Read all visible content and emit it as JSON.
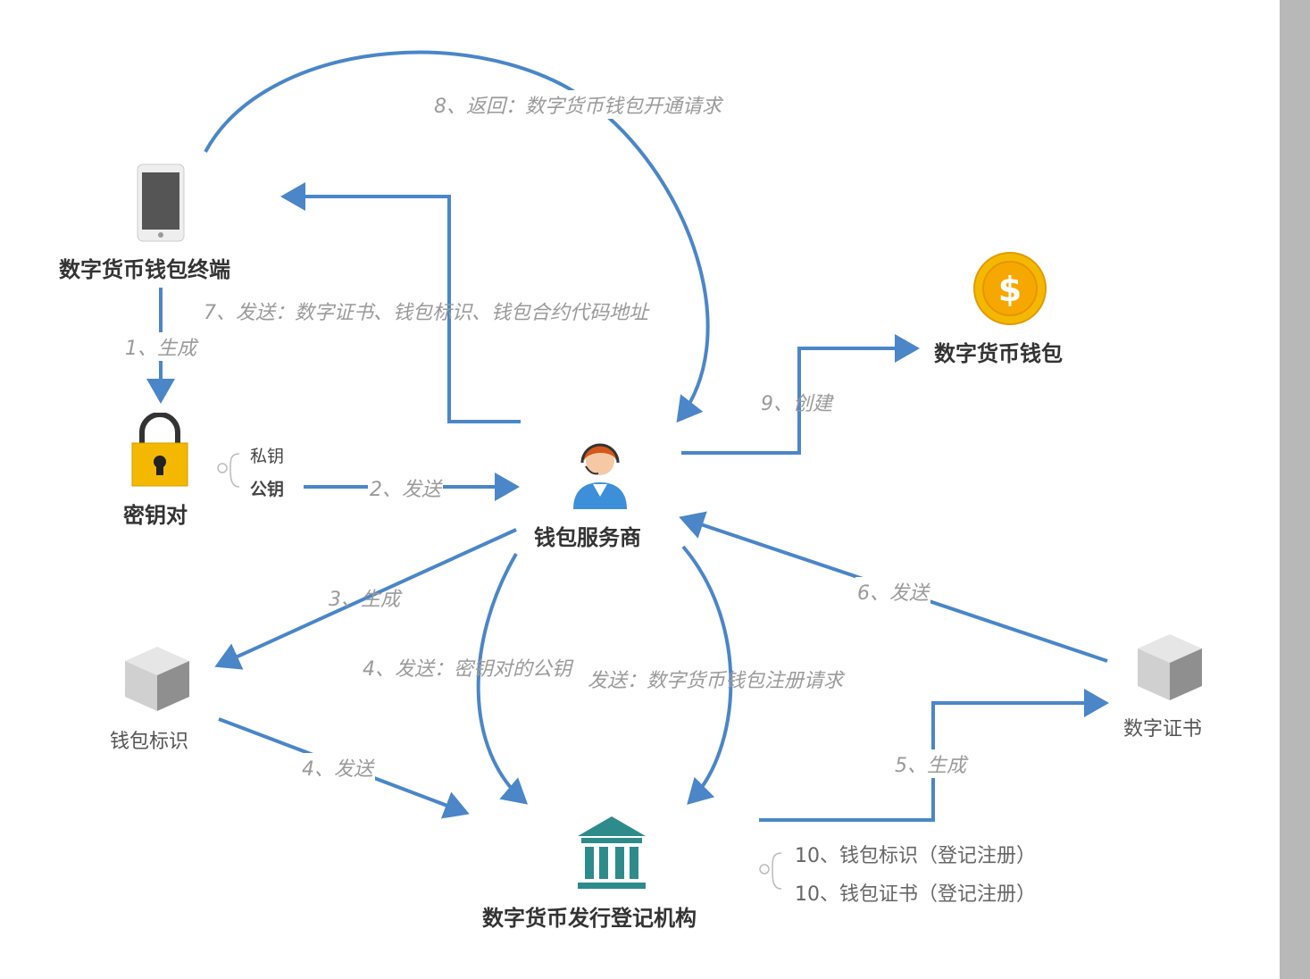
{
  "nodes": {
    "terminal": "数字货币钱包终端",
    "keypair": "密钥对",
    "private_key": "私钥",
    "public_key": "公钥",
    "provider": "钱包服务商",
    "wallet": "数字货币钱包",
    "wallet_id": "钱包标识",
    "certificate": "数字证书",
    "registry": "数字货币发行登记机构"
  },
  "edges": {
    "e1": "1、生成",
    "e2": "2、发送",
    "e3": "3、生成",
    "e4a": "4、发送：密钥对的公钥",
    "e4b": "发送：数字货币钱包注册请求",
    "e4c": "4、发送",
    "e5": "5、生成",
    "e6": "6、发送",
    "e7": "7、发送：数字证书、钱包标识、钱包合约代码地址",
    "e8": "8、返回：数字货币钱包开通请求",
    "e9": "9、创建"
  },
  "registrations": [
    "10、钱包标识（登记注册）",
    "10、钱包证书（登记注册）"
  ],
  "colors": {
    "arrow": "#4a86c8",
    "coin": "#f5b800",
    "bank": "#2e8b8b",
    "lock": "#f5b800"
  }
}
